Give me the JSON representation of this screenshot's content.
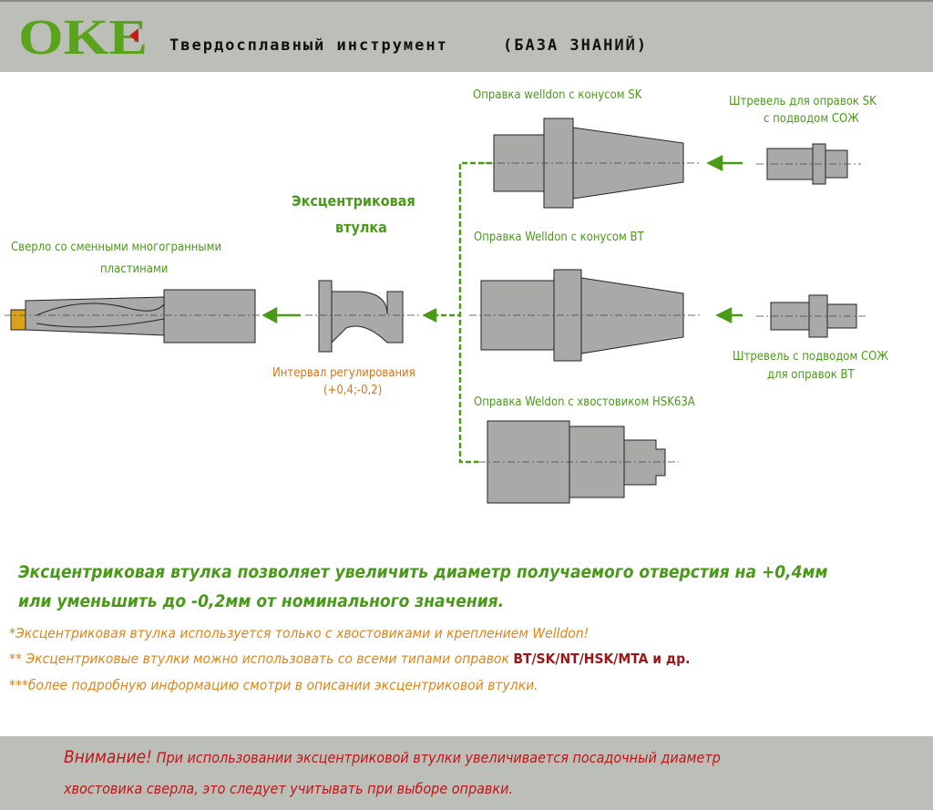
{
  "header": {
    "logo": "OKE",
    "title": "Твердосплавный инструмент",
    "subtitle": "(БАЗА ЗНАНИЙ)"
  },
  "diagram": {
    "drill_label": "Сверло со сменными многогранными пластинами",
    "drill_label_1": "Сверло со сменными многогранными",
    "drill_label_2": "пластинами",
    "sleeve_title_1": "Эксцентриковая",
    "sleeve_title_2": "втулка",
    "range_label": "Интервал регулирования",
    "range_value": "(+0,4;-0,2)",
    "holder_sk": "Оправка welldon с конусом SK",
    "holder_bt": "Оправка Welldon с конусом BT",
    "holder_hsk": "Оправка Weldon с хвостовиком HSK63A",
    "pull_sk_1": "Штревель для оправок SK",
    "pull_sk_2": "с подводом СОЖ",
    "pull_bt_1": "Штревель с подводом СОЖ",
    "pull_bt_2": "для оправок  BT"
  },
  "main_text": {
    "line1": "Эксцентриковая втулка позволяет увеличить диаметр получаемого отверстия на +0,4мм",
    "line2": "или уменьшить до -0,2мм от номинального значения."
  },
  "notes": {
    "n1": "*Эксцентриковая втулка используется только с хвостовиками и креплением Welldon!",
    "n2": "** Эксцентриковые втулки можно использовать со всеми типами оправок ",
    "n2_bold": "BT/SK/NT/HSK/MTA и др.",
    "n3": "***более подробную информацию смотри в описании эксцентриковой втулки."
  },
  "footer": {
    "attention": "Внимание!",
    "line1": " При использовании эксцентриковой втулки увеличивается посадочный диаметр",
    "line2": "хвостовика сверла, это следует учитывать при выборе оправки."
  },
  "colors": {
    "green": "#4a9a1a",
    "orange": "#e08418",
    "red": "#c0161a",
    "gray": "#bcbfb8"
  }
}
